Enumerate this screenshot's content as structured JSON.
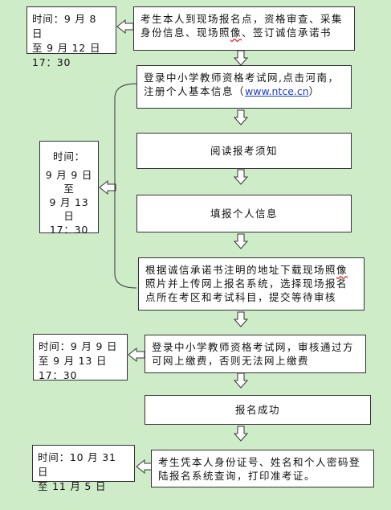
{
  "steps": {
    "s1": {
      "text_a": "考生本人到现场报名点，资格审查、采集身份信息、现场照",
      "text_b": "像",
      "text_c": "、签订诚信承诺书"
    },
    "s2": {
      "text_a": "登录中小学教师资格考试网,点击河南，注册个人基本信息（",
      "url": "www.ntce.cn",
      "text_b": "）"
    },
    "s3": {
      "text": "阅读报考须知"
    },
    "s4": {
      "text": "填报个人信息"
    },
    "s5": {
      "text_a": "根据诚信承诺书注明的地址下载现场照",
      "text_b": "像",
      "text_c": "照片并上传网上报名系统，选择现场报名点所在考区和考试科目，提交等待审核"
    },
    "s6": {
      "text": "登录中小学教师资格考试网，审核通过方可网上缴费，否则无法网上缴费"
    },
    "s7": {
      "text": "报名成功"
    },
    "s8": {
      "text": "考生凭本人身份证号、姓名和个人密码登陆报名系统查询，打印准考证。"
    }
  },
  "times": {
    "t1": {
      "line1": "时间：9 月 8 日",
      "line2": "至 9 月 12 日",
      "line3": "17：30"
    },
    "t2": {
      "line1": "时间：",
      "line2": "9 月 9 日",
      "line3": "至",
      "line4": "9 月 13 日",
      "line5": "17：30"
    },
    "t3": {
      "line1": "时间：9 月 9 日",
      "line2": "至 9 月 13 日",
      "line3": "17：30"
    },
    "t4": {
      "line1": "时间：10 月 31 日",
      "line2": "至 11 月 5 日"
    }
  },
  "colors": {
    "background": "#cfecc9",
    "box": "#ffffff",
    "stroke": "#333333"
  }
}
